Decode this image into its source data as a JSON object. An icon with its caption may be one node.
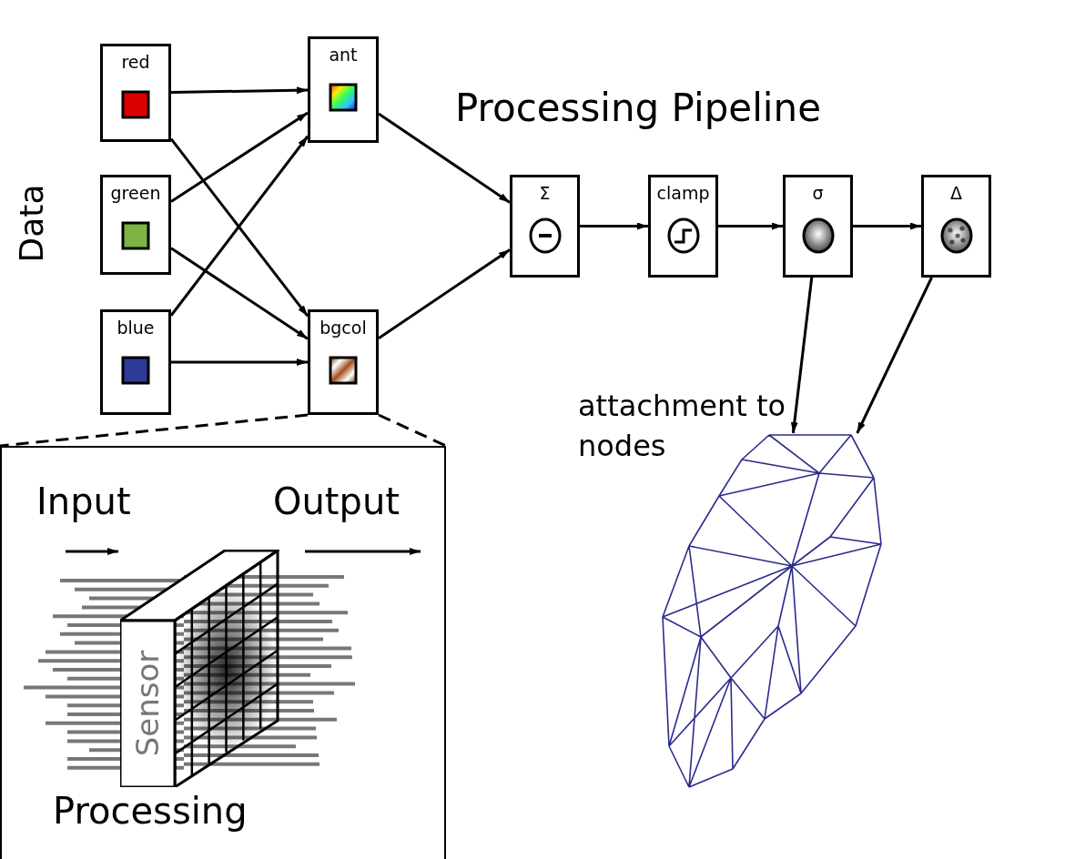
{
  "diagram": {
    "title": "Processing Pipeline",
    "nodes": [
      {
        "text": [
          "red"
        ]
      },
      {
        "text": [
          "green"
        ]
      },
      {
        "text": [
          "blue"
        ]
      },
      {
        "text": [
          "ant"
        ]
      },
      {
        "text": [
          "bgcol"
        ]
      },
      {
        "text": [
          "Σ"
        ]
      },
      {
        "text": [
          "clamp"
        ]
      },
      {
        "text": [
          "σ"
        ]
      },
      {
        "text": [
          "Δ"
        ]
      },
      {
        "text": [
          "Processing"
        ]
      },
      {
        "text": [
          "Sensor"
        ],
        "in": 9
      },
      {
        "text": [],
        "shape": "picture"
      }
    ],
    "edges": [
      {
        "from": 0,
        "to": 3,
        "arrow": "to"
      },
      {
        "from": 0,
        "to": 4,
        "arrow": "to"
      },
      {
        "from": 1,
        "to": 3,
        "arrow": "to"
      },
      {
        "from": 1,
        "to": 4,
        "arrow": "to"
      },
      {
        "from": 2,
        "to": 3,
        "arrow": "to"
      },
      {
        "from": 2,
        "to": 4,
        "arrow": "to"
      },
      {
        "from": 3,
        "to": 5,
        "arrow": "to"
      },
      {
        "from": 4,
        "to": 5,
        "arrow": "to"
      },
      {
        "from": 5,
        "to": 6,
        "arrow": "to"
      },
      {
        "from": 6,
        "to": 7,
        "arrow": "to"
      },
      {
        "from": 7,
        "to": 8,
        "arrow": "to"
      },
      {
        "from": 7,
        "to": 11,
        "arrow": "to"
      },
      {
        "from": 8,
        "to": 11,
        "arrow": "to"
      },
      {
        "from": 4,
        "to": 9,
        "arrow": "none",
        "style": "dashed"
      },
      {
        "from": 4,
        "to": 9,
        "arrow": "none",
        "style": "dashed"
      },
      {
        "from": null,
        "to": 10,
        "arrow": "to",
        "label": "Input"
      },
      {
        "from": 10,
        "to": null,
        "arrow": "to",
        "label": "Output"
      }
    ],
    "labels": [
      "Data",
      "attachment to nodes"
    ]
  }
}
